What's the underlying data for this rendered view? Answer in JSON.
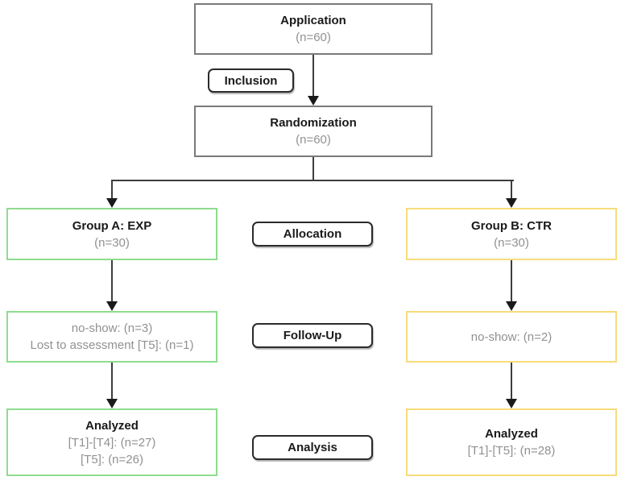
{
  "diagram": {
    "application": {
      "title": "Application",
      "count": "(n=60)"
    },
    "randomization": {
      "title": "Randomization",
      "count": "(n=60)"
    },
    "group_a": {
      "title": "Group A: EXP",
      "count": "(n=30)"
    },
    "group_b": {
      "title": "Group B: CTR",
      "count": "(n=30)"
    },
    "followup_a": {
      "line1": "no-show: (n=3)",
      "line2": "Lost to assessment [T5]: (n=1)"
    },
    "followup_b": {
      "line1": "no-show: (n=2)"
    },
    "analyzed_a": {
      "title": "Analyzed",
      "line1": "[T1]-[T4]: (n=27)",
      "line2": "[T5]: (n=26)"
    },
    "analyzed_b": {
      "title": "Analyzed",
      "line1": "[T1]-[T5]: (n=28)"
    },
    "stage_labels": {
      "inclusion": "Inclusion",
      "allocation": "Allocation",
      "followup": "Follow-Up",
      "analysis": "Analysis"
    },
    "colors": {
      "experimental_border": "#8edc8e",
      "control_border": "#f8dc7c",
      "neutral_border": "#7a7a7a",
      "connector_line": "#3d3d3d",
      "arrowhead": "#1a1a1a",
      "muted_text": "#919191",
      "strong_text": "#1a1a1a"
    }
  }
}
